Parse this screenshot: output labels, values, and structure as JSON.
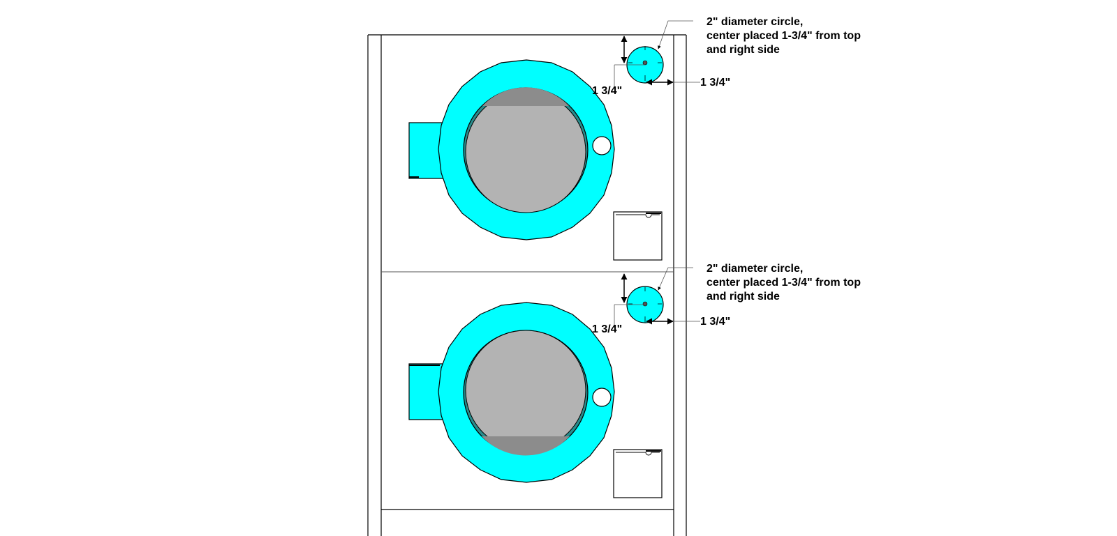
{
  "colors": {
    "accent": "#00FFFF",
    "accent_dark": "#2A8C8C",
    "glass": "#B3B3B3",
    "glass_dark": "#8C8C8C",
    "line": "#000000",
    "panel_line": "#555555"
  },
  "units": [
    {
      "callout_line1": "2\" diameter circle,",
      "callout_line2": "center placed 1-3/4\" from top",
      "callout_line3": "and right side",
      "dim_top": "1 3/4\"",
      "dim_right": "1 3/4\""
    },
    {
      "callout_line1": "2\" diameter circle,",
      "callout_line2": "center placed 1-3/4\" from top",
      "callout_line3": "and right side",
      "dim_top": "1 3/4\"",
      "dim_right": "1 3/4\""
    }
  ]
}
